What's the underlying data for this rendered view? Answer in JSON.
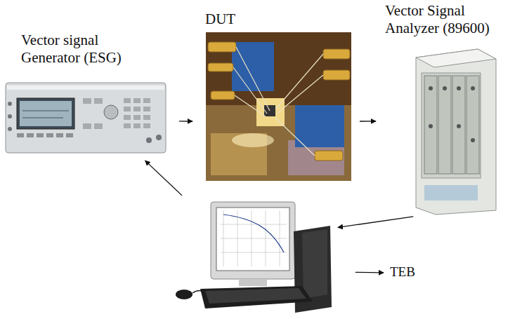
{
  "diagram": {
    "nodes": [
      {
        "text": [
          "Vector signal Generator (ESG)"
        ]
      },
      {
        "text": [
          "DUT"
        ]
      },
      {
        "text": [
          "Vector Signal Analyzer (89600)"
        ]
      },
      {
        "text": []
      },
      {
        "text": [
          "TEB"
        ]
      }
    ],
    "edges": [
      {
        "from": 0,
        "to": 1,
        "arrow": "to"
      },
      {
        "from": 1,
        "to": 2,
        "arrow": "to"
      },
      {
        "from": 2,
        "to": 3,
        "arrow": "to"
      },
      {
        "from": 3,
        "to": 0,
        "arrow": "to"
      },
      {
        "from": 3,
        "to": 4,
        "arrow": "to"
      }
    ]
  }
}
